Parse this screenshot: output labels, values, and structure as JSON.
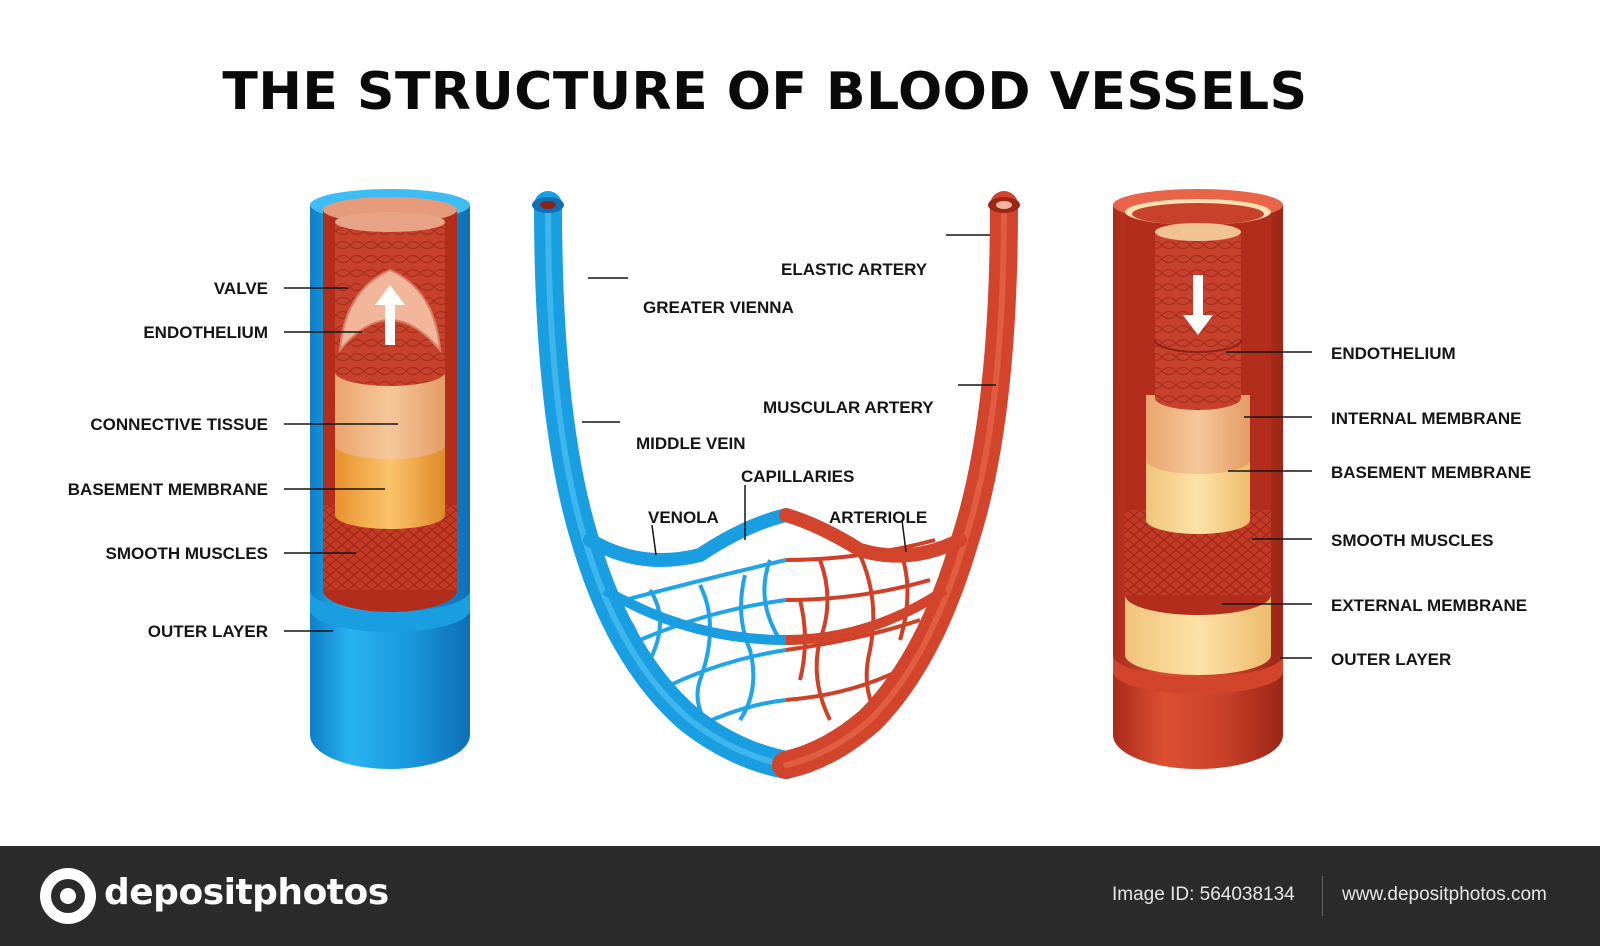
{
  "title": "THE STRUCTURE OF BLOOD VESSELS",
  "labels": {
    "vein": {
      "valve": "VALVE",
      "endothelium": "ENDOTHELIUM",
      "connective_tissue": "CONNECTIVE TISSUE",
      "basement_membrane": "BASEMENT MEMBRANE",
      "smooth_muscles": "SMOOTH MUSCLES",
      "outer_layer": "OUTER LAYER"
    },
    "network": {
      "elastic_artery": "ELASTIC ARTERY",
      "greater_vienna": "GREATER VIENNA",
      "muscular_artery": "MUSCULAR ARTERY",
      "middle_vein": "MIDDLE VEIN",
      "capillaries": "CAPILLARIES",
      "venola": "VENOLA",
      "arteriole": "ARTERIOLE"
    },
    "artery": {
      "endothelium": "ENDOTHELIUM",
      "internal_membrane": "INTERNAL  MEMBRANE",
      "basement_membrane": "BASEMENT MEMBRANE",
      "smooth_muscles": "SMOOTH MUSCLES",
      "external_membrane": "EXTERNAL MEMBRANE",
      "outer_layer": "OUTER LAYER"
    }
  },
  "footer": {
    "brand": "depositphotos",
    "image_id": "Image ID: 564038134",
    "site": "www.depositphotos.com"
  },
  "watermark": "depositphotos",
  "colors": {
    "vein_blue": "#1aa3e6",
    "artery_red": "#d2452c",
    "tissue_peach": "#f2c596",
    "footer_bg": "#2b2b2b"
  }
}
